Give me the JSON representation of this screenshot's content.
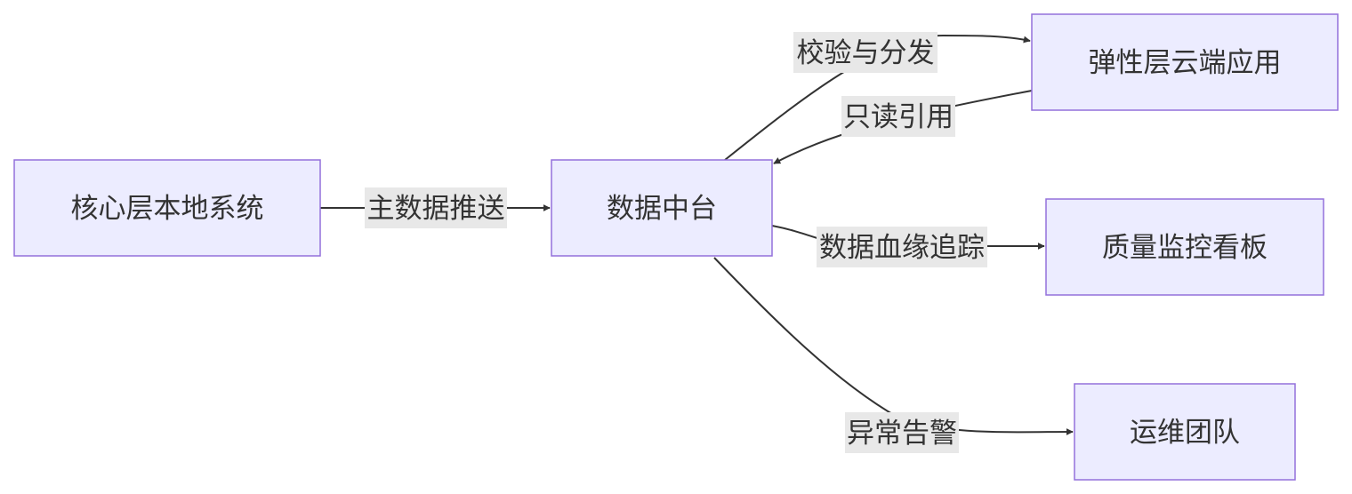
{
  "nodes": {
    "core": "核心层本地系统",
    "hub": "数据中台",
    "cloud": "弹性层云端应用",
    "quality": "质量监控看板",
    "ops": "运维团队"
  },
  "edges": {
    "core_to_hub": "主数据推送",
    "hub_to_cloud": "校验与分发",
    "cloud_to_hub": "只读引用",
    "hub_to_quality": "数据血缘追踪",
    "hub_to_ops": "异常告警"
  },
  "colors": {
    "node_fill": "#ececff",
    "node_stroke": "#9370db",
    "edge_stroke": "#333333",
    "label_bg": "#e8e8e8",
    "text": "#333333"
  }
}
